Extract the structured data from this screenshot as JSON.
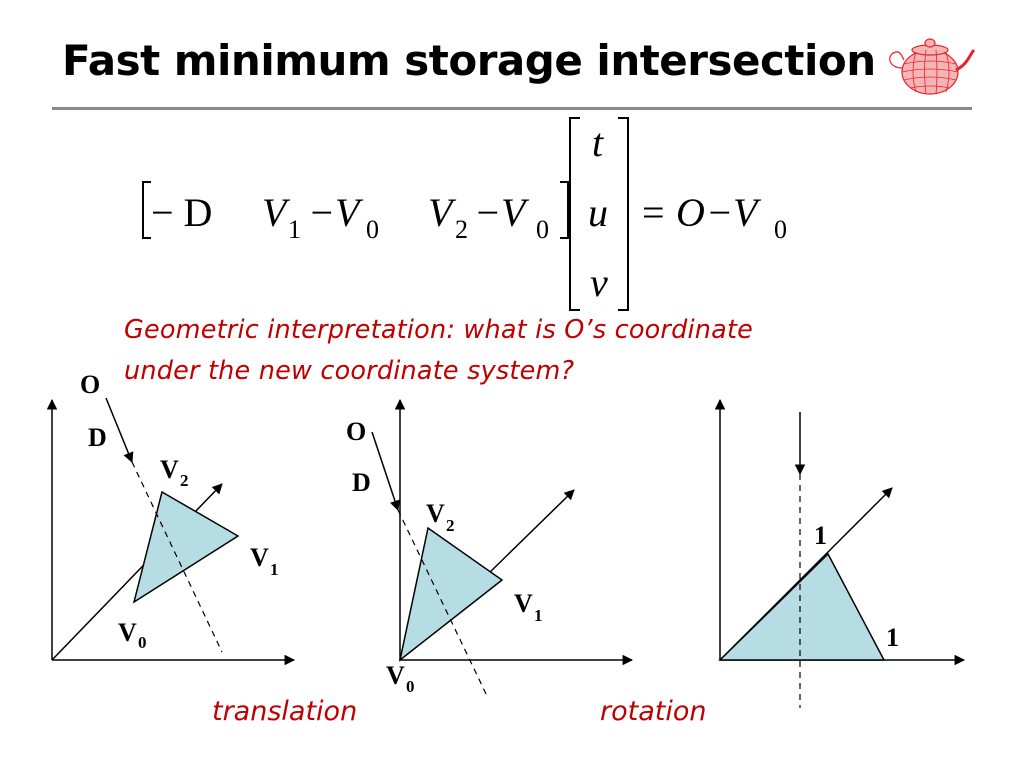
{
  "title": "Fast minimum storage intersection",
  "equation": {
    "row_terms": [
      "− D",
      "V",
      "1",
      "−V",
      "0",
      "V",
      "2",
      "−V",
      "0"
    ],
    "column_vector": [
      "t",
      "u",
      "v"
    ],
    "equals": "=",
    "rhs": [
      "O",
      "−V",
      "0"
    ]
  },
  "question": {
    "line1": "Geometric interpretation: what is O’s coordinate",
    "line2": "under the new coordinate system?"
  },
  "diagram1": {
    "O": "O",
    "D": "D",
    "V2": "V",
    "V2_sub": "2",
    "V1": "V",
    "V1_sub": "1",
    "V0": "V",
    "V0_sub": "0"
  },
  "diagram2": {
    "O": "O",
    "D": "D",
    "V2": "V",
    "V2_sub": "2",
    "V1": "V",
    "V1_sub": "1",
    "V0": "V",
    "V0_sub": "0"
  },
  "diagram3": {
    "label_top": "1",
    "label_right": "1"
  },
  "captions": {
    "translation": "translation",
    "rotation": "rotation"
  },
  "colors": {
    "triangle_fill": "#b7dde4",
    "accent_red": "#c00000",
    "logo_red": "#e8202a"
  },
  "icons": [
    "teapot-logo-icon"
  ]
}
